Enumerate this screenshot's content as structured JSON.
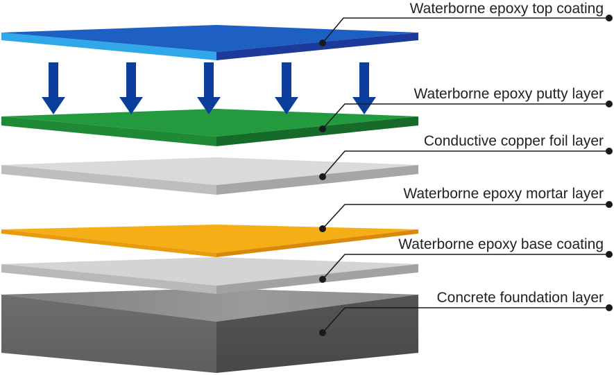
{
  "layers": [
    {
      "id": "top-coating",
      "label": "Waterborne epoxy top coating",
      "top": "#1E5FC4",
      "front": "#2FA7E8",
      "side": "#1B3A9A"
    },
    {
      "id": "putty",
      "label": "Waterborne epoxy putty layer",
      "top": "#249A3E",
      "front": "#1F8A36",
      "side": "#176B2A"
    },
    {
      "id": "copper-foil",
      "label": "Conductive copper foil layer",
      "top": "#DADADA",
      "front": "#BEBEBE",
      "side": "#A6A6A6"
    },
    {
      "id": "mortar",
      "label": "Waterborne epoxy mortar layer",
      "top": "#F5AE16",
      "front": "#E89B0D",
      "side": "#D9890A"
    },
    {
      "id": "base-coating",
      "label": "Waterborne epoxy base coating",
      "top": "#D4D4D4",
      "front": "#B9B9B9",
      "side": "#A2A2A2"
    },
    {
      "id": "concrete",
      "label": "Concrete foundation layer",
      "top": "#8A8A8A",
      "front": "#707070",
      "side": "#5A5A5A"
    }
  ],
  "arrow_color": "#0B3E9A",
  "leader_color": "#1A1A1A"
}
